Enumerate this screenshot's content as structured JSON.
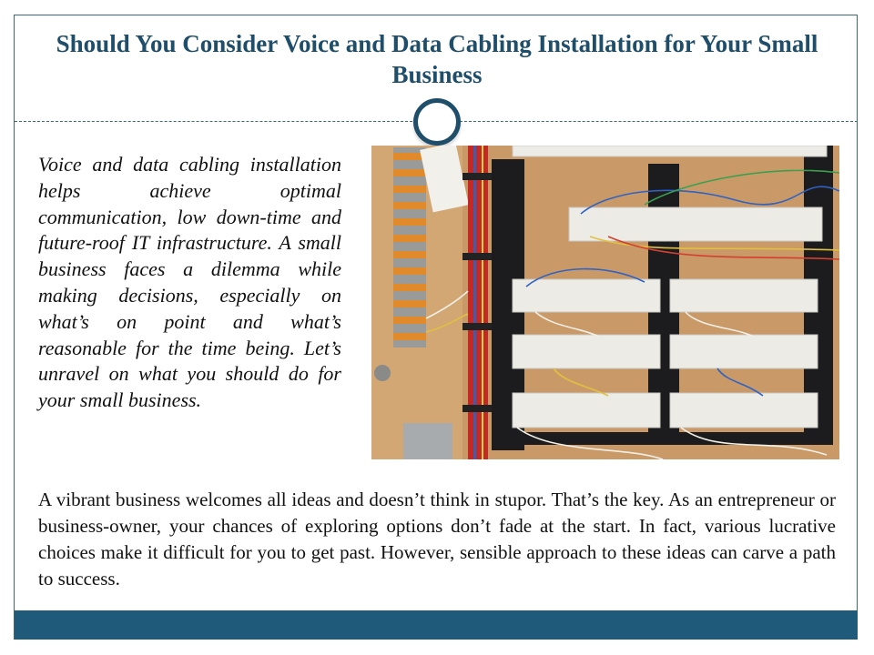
{
  "header": {
    "title": "Should You Consider Voice and Data Cabling Installation for Your Small Business"
  },
  "intro_paragraph": "Voice and data cabling installation helps achieve optimal communication, low down-time and future-roof IT infrastructure. A small business faces a dilemma while making decisions, especially on what’s on point and what’s reasonable for the time being. Let’s unravel on what you should do for your small business.",
  "body_paragraph": "A vibrant business welcomes all ideas and doesn’t think in stupor. That’s the key. As an entrepreneur or business-owner, your chances of exploring options don’t fade at the start. In fact, various lucrative choices make it difficult for you to get past. However, sensible approach to these ideas can carve a path to success.",
  "colors": {
    "accent": "#1f4e6b",
    "footer": "#1f5a7a"
  }
}
